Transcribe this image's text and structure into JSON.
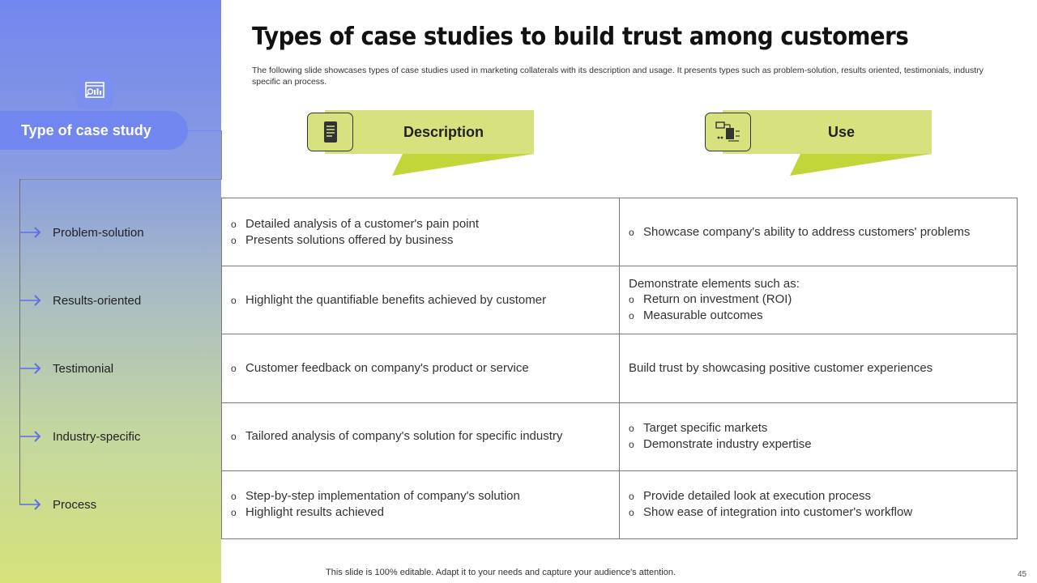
{
  "title": "Types of case studies to build trust among customers",
  "subtitle": "The following slide showcases types of case studies used in marketing collaterals with its description and usage. It presents types such as problem-solution, results oriented, testimonials, industry specific an process.",
  "sidebar": {
    "header_label": "Type of case study",
    "icon": "report-chart-icon",
    "items": [
      {
        "label": "Problem-solution"
      },
      {
        "label": "Results-oriented"
      },
      {
        "label": "Testimonial"
      },
      {
        "label": "Industry-specific"
      },
      {
        "label": "Process"
      }
    ]
  },
  "columns": {
    "description": {
      "label": "Description",
      "icon": "document-list-icon"
    },
    "use": {
      "label": "Use",
      "icon": "workflow-diagram-icon"
    }
  },
  "rows": [
    {
      "description": {
        "intro": "",
        "bullets": [
          "Detailed analysis of a customer's pain point",
          "Presents solutions offered by business"
        ]
      },
      "use": {
        "intro": "",
        "bullets": [
          "Showcase company's ability to address customers' problems"
        ]
      }
    },
    {
      "description": {
        "intro": "",
        "bullets": [
          "Highlight the quantifiable benefits achieved by customer"
        ]
      },
      "use": {
        "intro": "Demonstrate elements such as:",
        "bullets": [
          "Return on investment (ROI)",
          "Measurable outcomes"
        ]
      }
    },
    {
      "description": {
        "intro": "",
        "bullets": [
          "Customer feedback on company's product or service"
        ]
      },
      "use": {
        "intro": "Build trust by showcasing positive customer experiences",
        "bullets": []
      }
    },
    {
      "description": {
        "intro": "",
        "bullets": [
          "Tailored analysis of company's solution for specific industry"
        ]
      },
      "use": {
        "intro": "",
        "bullets": [
          "Target specific markets",
          "Demonstrate industry expertise"
        ]
      }
    },
    {
      "description": {
        "intro": "",
        "bullets": [
          "Step-by-step implementation of company's solution",
          "Highlight results achieved"
        ]
      },
      "use": {
        "intro": "",
        "bullets": [
          "Provide detailed look at execution process",
          "Show ease of integration into customer's workflow"
        ]
      }
    }
  ],
  "bullet_glyph": "o",
  "footer": "This slide is 100% editable. Adapt it to your needs and capture your audience's attention.",
  "page_number": "45",
  "colors": {
    "accent_blue": "#7286ef",
    "accent_green": "#d7e27e",
    "accent_green_dark": "#c2d63a"
  }
}
